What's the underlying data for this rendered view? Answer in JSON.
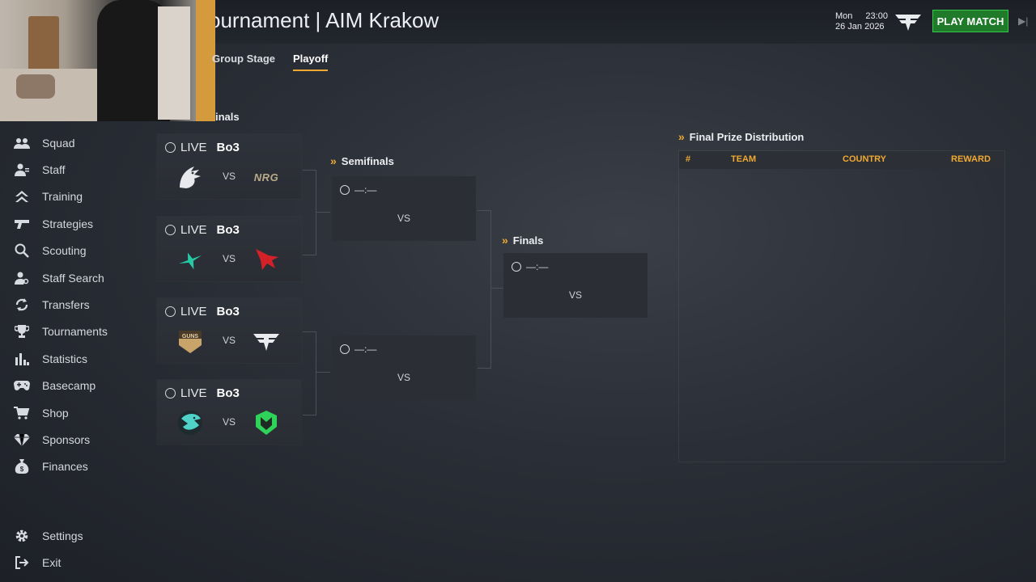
{
  "window": {
    "title": "ournament | AIM Krakow"
  },
  "header": {
    "day": "Mon",
    "time": "23:00",
    "date": "26 Jan 2026",
    "play_label": "PLAY MATCH",
    "accent_color": "#35c84a"
  },
  "tabs": [
    {
      "label": "Group Stage",
      "active": false
    },
    {
      "label": "Playoff",
      "active": true
    }
  ],
  "sidebar": {
    "items": [
      {
        "label": "Squad",
        "icon": "squad-icon"
      },
      {
        "label": "Staff",
        "icon": "staff-icon"
      },
      {
        "label": "Training",
        "icon": "training-icon"
      },
      {
        "label": "Strategies",
        "icon": "strategies-icon"
      },
      {
        "label": "Scouting",
        "icon": "search-icon"
      },
      {
        "label": "Staff Search",
        "icon": "staff-search-icon"
      },
      {
        "label": "Transfers",
        "icon": "transfers-icon"
      },
      {
        "label": "Tournaments",
        "icon": "trophy-icon"
      },
      {
        "label": "Statistics",
        "icon": "statistics-icon"
      },
      {
        "label": "Basecamp",
        "icon": "gamepad-icon"
      },
      {
        "label": "Shop",
        "icon": "cart-icon"
      },
      {
        "label": "Sponsors",
        "icon": "diamond-icon"
      },
      {
        "label": "Finances",
        "icon": "money-bag-icon"
      }
    ],
    "bottom": [
      {
        "label": "Settings",
        "icon": "gear-icon"
      },
      {
        "label": "Exit",
        "icon": "exit-icon"
      }
    ]
  },
  "bracket": {
    "quarterfinals_label": "inals",
    "semifinals_label": "Semifinals",
    "finals_label": "Finals",
    "quarterfinals": [
      {
        "status": "LIVE",
        "format": "Bo3",
        "vs": "VS",
        "team1": "spirit-logo",
        "team2": "nrg-logo",
        "team2_text": "NRG"
      },
      {
        "status": "LIVE",
        "format": "Bo3",
        "vs": "VS",
        "team1": "cross-team-logo",
        "team2": "red-bird-logo"
      },
      {
        "status": "LIVE",
        "format": "Bo3",
        "vs": "VS",
        "team1": "gold-shield-logo",
        "team1_text": "GUNS",
        "team2": "faze-logo"
      },
      {
        "status": "LIVE",
        "format": "Bo3",
        "vs": "VS",
        "team1": "teal-eagle-logo",
        "team2": "green-shield-logo"
      }
    ],
    "semifinals": [
      {
        "time": "—:—",
        "vs": "VS"
      },
      {
        "time": "—:—",
        "vs": "VS"
      }
    ],
    "finals": {
      "time": "—:—",
      "vs": "VS"
    }
  },
  "prize": {
    "title": "Final Prize Distribution",
    "columns": [
      "#",
      "TEAM",
      "COUNTRY",
      "REWARD"
    ],
    "header_color": "#f0a930"
  }
}
